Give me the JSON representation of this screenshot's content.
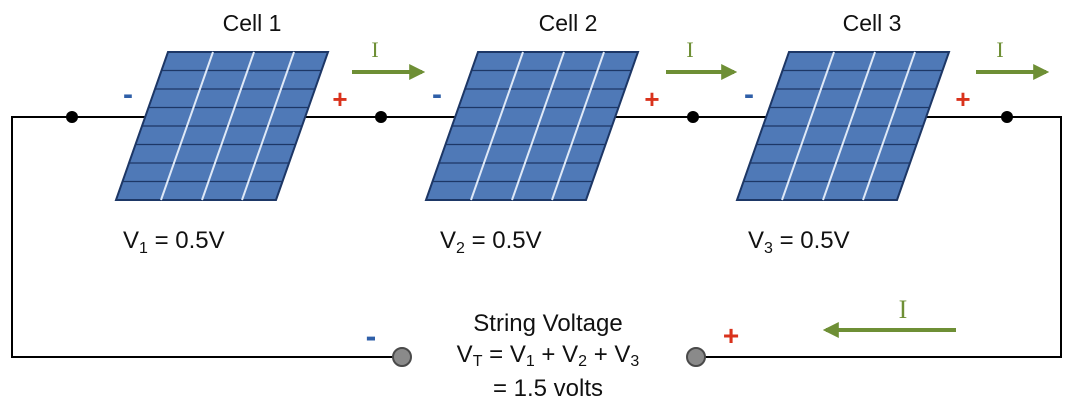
{
  "colors": {
    "wire": "#000000",
    "panel_fill": "#4f79b7",
    "panel_stroke": "#1d3766",
    "panel_grid": "#1d3766",
    "panel_highlight": "#dfe9f7",
    "negative": "#2f5fa8",
    "positive": "#d9321c",
    "current_arrow": "#6e8f35",
    "terminal_fill": "#8a8a8a",
    "terminal_stroke": "#4a4a4a"
  },
  "cells": [
    {
      "name": "Cell 1",
      "neg": "-",
      "pos": "+",
      "voltage": {
        "v": "V",
        "sub": "1",
        "value": " = 0.5V"
      }
    },
    {
      "name": "Cell 2",
      "neg": "-",
      "pos": "+",
      "voltage": {
        "v": "V",
        "sub": "2",
        "value": " = 0.5V"
      }
    },
    {
      "name": "Cell 3",
      "neg": "-",
      "pos": "+",
      "voltage": {
        "v": "V",
        "sub": "3",
        "value": " = 0.5V"
      }
    }
  ],
  "current": {
    "label": "I"
  },
  "string": {
    "title": "String Voltage",
    "eq": {
      "v": "V",
      "vsub": "T",
      "eq": " = ",
      "v1": "V",
      "s1": "1",
      "plus1": " + ",
      "v2": "V",
      "s2": "2",
      "plus2": " + ",
      "v3": "V",
      "s3": "3"
    },
    "result": "= 1.5 volts",
    "neg": "-",
    "pos": "+"
  }
}
